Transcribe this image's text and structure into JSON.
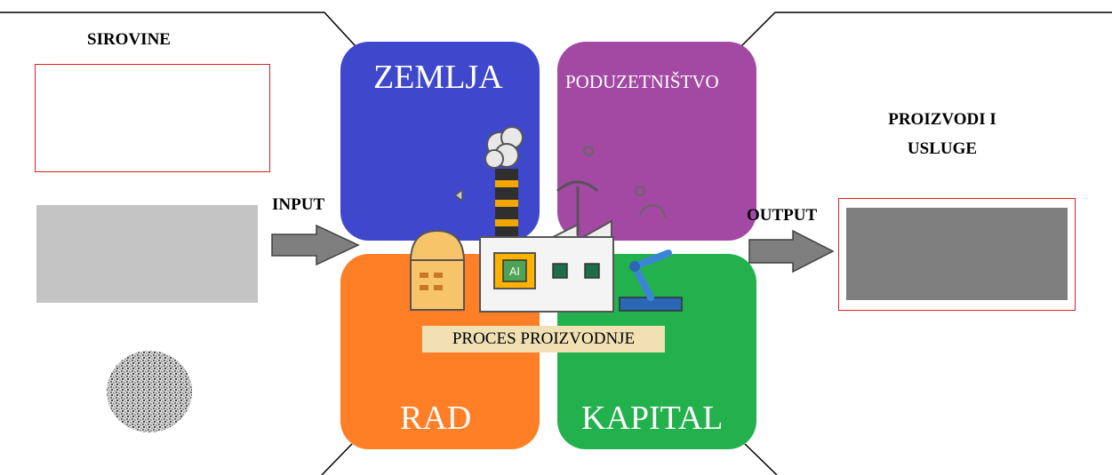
{
  "diagram": {
    "left": {
      "title": "SIROVINE",
      "input_label": "INPUT"
    },
    "quadrants": {
      "top_left": {
        "label": "ZEMLJA",
        "color": "#3f48cc"
      },
      "top_right": {
        "label": "PODUZETNIŠTVO",
        "color": "#a349a4"
      },
      "bottom_left": {
        "label": "RAD",
        "color": "#ff7f27"
      },
      "bottom_right": {
        "label": "KAPITAL",
        "color": "#22b14c"
      }
    },
    "center": {
      "process_label": "PROCES PROIZVODNJE",
      "chip_label": "AI",
      "illustration_icon": "factory-icon"
    },
    "right": {
      "title_line1": "PROIZVODI I",
      "title_line2": "USLUGE",
      "output_label": "OUTPUT"
    },
    "colors": {
      "box_border": "#e02020",
      "input_gray": "#c3c3c3",
      "output_gray": "#7f7f7f",
      "arrow": "#7f7f7f",
      "process_bg": "#f0e0b4"
    }
  }
}
